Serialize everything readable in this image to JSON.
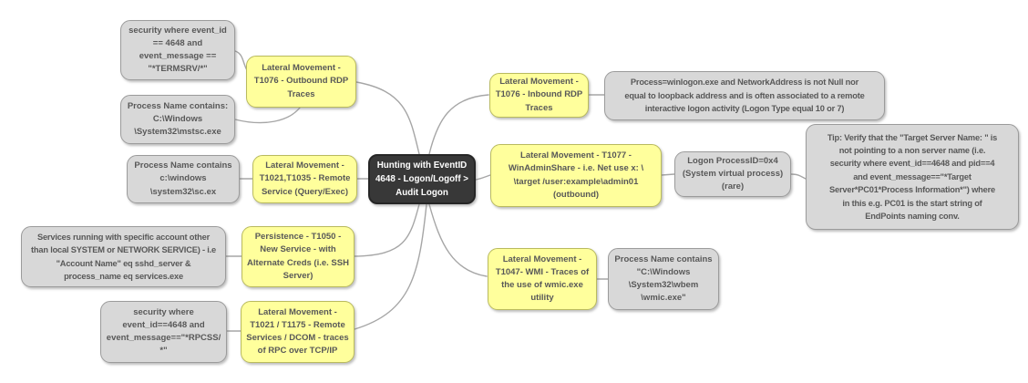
{
  "diagram": {
    "type": "mindmap",
    "title": "Hunting with EventID 4648 - Logon/Logoff > Audit Logon",
    "colors": {
      "topic_fill": "#ffff9c",
      "topic_border": "#b9ba5e",
      "note_fill": "#d8d8d8",
      "note_border": "#9b9b9b",
      "root_fill": "#383838",
      "root_text": "#ffffff",
      "text": "#585858",
      "connector": "#a6a6a6",
      "background": "#ffffff"
    }
  },
  "nodes": {
    "root": {
      "label": "Hunting with EventID\n4648 - Logon/Logoff >\nAudit Logon"
    },
    "outbound_rdp": {
      "label": "Lateral Movement -\nT1076 - Outbound RDP\nTraces"
    },
    "termsrv": {
      "label": "security where event_id\n== 4648 and\nevent_message ==\n\"*TERMSRV/*\""
    },
    "mstsc": {
      "label": "Process Name contains:\nC:\\Windows\n\\System32\\mstsc.exe"
    },
    "remote_service": {
      "label": "Lateral Movement -\nT1021,T1035 - Remote\nService (Query/Exec)"
    },
    "sc": {
      "label": "Process Name contains\nc:\\windows\n\\system32\\sc.ex"
    },
    "persistence": {
      "label": "Persistence - T1050 -\nNew Service -  with\nAlternate Creds (i.e. SSH\nServer)"
    },
    "services": {
      "label": "Services running with specific account other\nthan local SYSTEM or NETWORK SERVICE) - i.e\n\"Account Name\" eq sshd_server &\nprocess_name eq services.exe"
    },
    "dcom": {
      "label": "Lateral Movement -\nT1021 / T1175 - Remote\nServices / DCOM - traces\nof RPC over TCP/IP"
    },
    "rpcss": {
      "label": "security where\nevent_id==4648 and\nevent_message==\"*RPCSS/\n*\""
    },
    "inbound_rdp": {
      "label": "Lateral Movement -\nT1076 - Inbound RDP\nTraces"
    },
    "winlogon": {
      "label": "Process=winlogon.exe and NetworkAddress is not Null nor\nequal to loopback address and is often associated to a remote\ninteractive logon activity (Logon Type equal 10 or 7)"
    },
    "winadminshare": {
      "label": "Lateral Movement - T1077 -\nWinAdminShare -  i.e. Net use x: \\\n\\target /user:example\\admin01\n(outbound)"
    },
    "logon_pid": {
      "label": "Logon ProcessID=0x4\n(System virtual process)\n(rare)"
    },
    "tip": {
      "label": "Tip: Verify that the \"Target Server Name: \" is\nnot pointing to a non server name (i.e.\nsecurity where event_id==4648 and pid==4\nand event_message==\"*Target\nServer*PC01*Process Information*\") where\nin this e.g.  PC01 is the start string of\nEndPoints naming conv."
    },
    "wmi": {
      "label": "Lateral Movement -\nT1047- WMI - Traces of\nthe use of wmic.exe\nutility"
    },
    "wmic": {
      "label": "Process Name contains\n\"C:\\Windows\n\\System32\\wbem\n\\wmic.exe\""
    }
  },
  "edges": [
    [
      "root",
      "outbound_rdp"
    ],
    [
      "root",
      "remote_service"
    ],
    [
      "root",
      "persistence"
    ],
    [
      "root",
      "dcom"
    ],
    [
      "root",
      "inbound_rdp"
    ],
    [
      "root",
      "winadminshare"
    ],
    [
      "root",
      "wmi"
    ],
    [
      "outbound_rdp",
      "termsrv"
    ],
    [
      "outbound_rdp",
      "mstsc"
    ],
    [
      "remote_service",
      "sc"
    ],
    [
      "persistence",
      "services"
    ],
    [
      "dcom",
      "rpcss"
    ],
    [
      "inbound_rdp",
      "winlogon"
    ],
    [
      "winadminshare",
      "logon_pid"
    ],
    [
      "logon_pid",
      "tip"
    ],
    [
      "wmi",
      "wmic"
    ]
  ]
}
